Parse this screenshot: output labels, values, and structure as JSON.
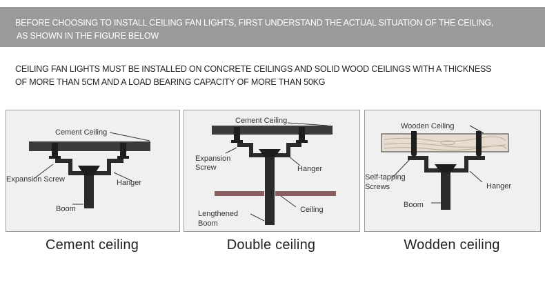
{
  "header": {
    "banner_line1": "BEFORE CHOOSING TO INSTALL CEILING FAN LIGHTS, FIRST UNDERSTAND THE ACTUAL SITUATION OF THE CEILING,",
    "banner_line2": "AS SHOWN IN THE FIGURE BELOW"
  },
  "intro": {
    "line1": "CEILING FAN LIGHTS MUST BE INSTALLED ON CONCRETE CEILINGS AND SOLID WOOD CEILINGS WITH A THICKNESS",
    "line2": "OF MORE THAN 5CM AND A LOAD BEARING CAPACITY OF MORE THAN 50KG"
  },
  "panels": {
    "cement": {
      "caption": "Cement ceiling",
      "label_ceiling": "Cement Ceiling",
      "label_screw": "Expansion Screw",
      "label_hanger": "Hanger",
      "label_boom": "Boom"
    },
    "double": {
      "caption": "Double ceiling",
      "label_ceiling_top": "Cement Ceiling",
      "label_screw_1": "Expansion",
      "label_screw_2": "Screw",
      "label_hanger": "Hanger",
      "label_ceiling": "Ceiling",
      "label_boom_1": "Lengthened",
      "label_boom_2": "Boom"
    },
    "wooden": {
      "caption": "Wodden ceiling",
      "label_ceiling": "Wooden Ceiling",
      "label_screw_1": "Self-tapping",
      "label_screw_2": "Screws",
      "label_hanger": "Hanger",
      "label_boom": "Boom"
    }
  }
}
